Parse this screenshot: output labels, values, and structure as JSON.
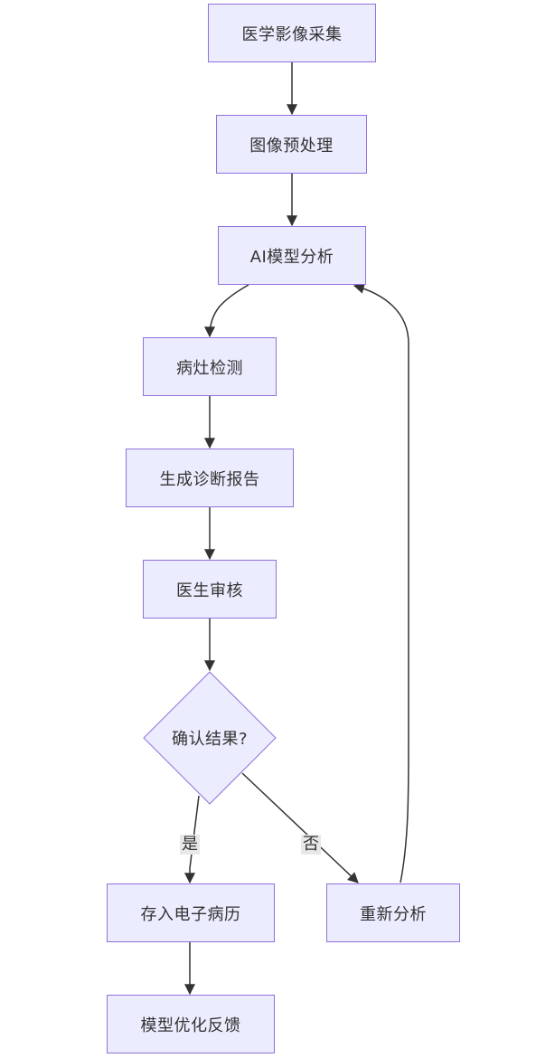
{
  "nodes": {
    "acquire": "医学影像采集",
    "preprocess": "图像预处理",
    "ai_analysis": "AI模型分析",
    "lesion_detect": "病灶检测",
    "report": "生成诊断报告",
    "doctor_review": "医生审核",
    "confirm": "确认结果?",
    "store_emr": "存入电子病历",
    "reanalyze": "重新分析",
    "feedback": "模型优化反馈"
  },
  "edge_labels": {
    "yes": "是",
    "no": "否"
  },
  "colors": {
    "node_fill": "#ECECFF",
    "node_stroke": "#9370DB",
    "edge": "#333333",
    "edge_label_bg": "#e8e8e8"
  }
}
